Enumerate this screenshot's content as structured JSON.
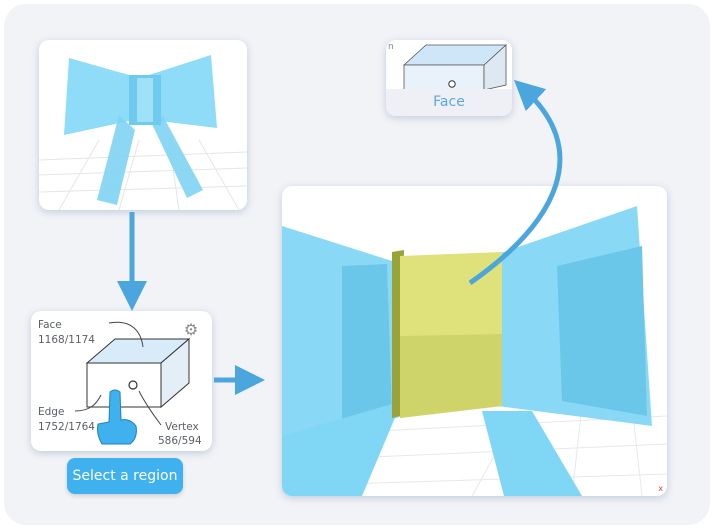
{
  "bow_card": {},
  "selection_card": {
    "face_label": "Face",
    "face_count": "1168/1174",
    "edge_label": "Edge",
    "edge_count": "1752/1764",
    "vertex_label": "Vertex",
    "vertex_count": "586/594",
    "settings_icon": "gear-icon"
  },
  "select_button": {
    "label": "Select a region"
  },
  "result_card": {
    "label": "Face",
    "cropped_text": "n"
  },
  "viewport": {
    "axis_mark": "x"
  },
  "colors": {
    "accent": "#3fb1ef",
    "arrow": "#4aa6dd",
    "bow_fill": "#7fd6f5",
    "selected_face": "#dfe27a",
    "panel_bg": "#f2f3f7"
  }
}
